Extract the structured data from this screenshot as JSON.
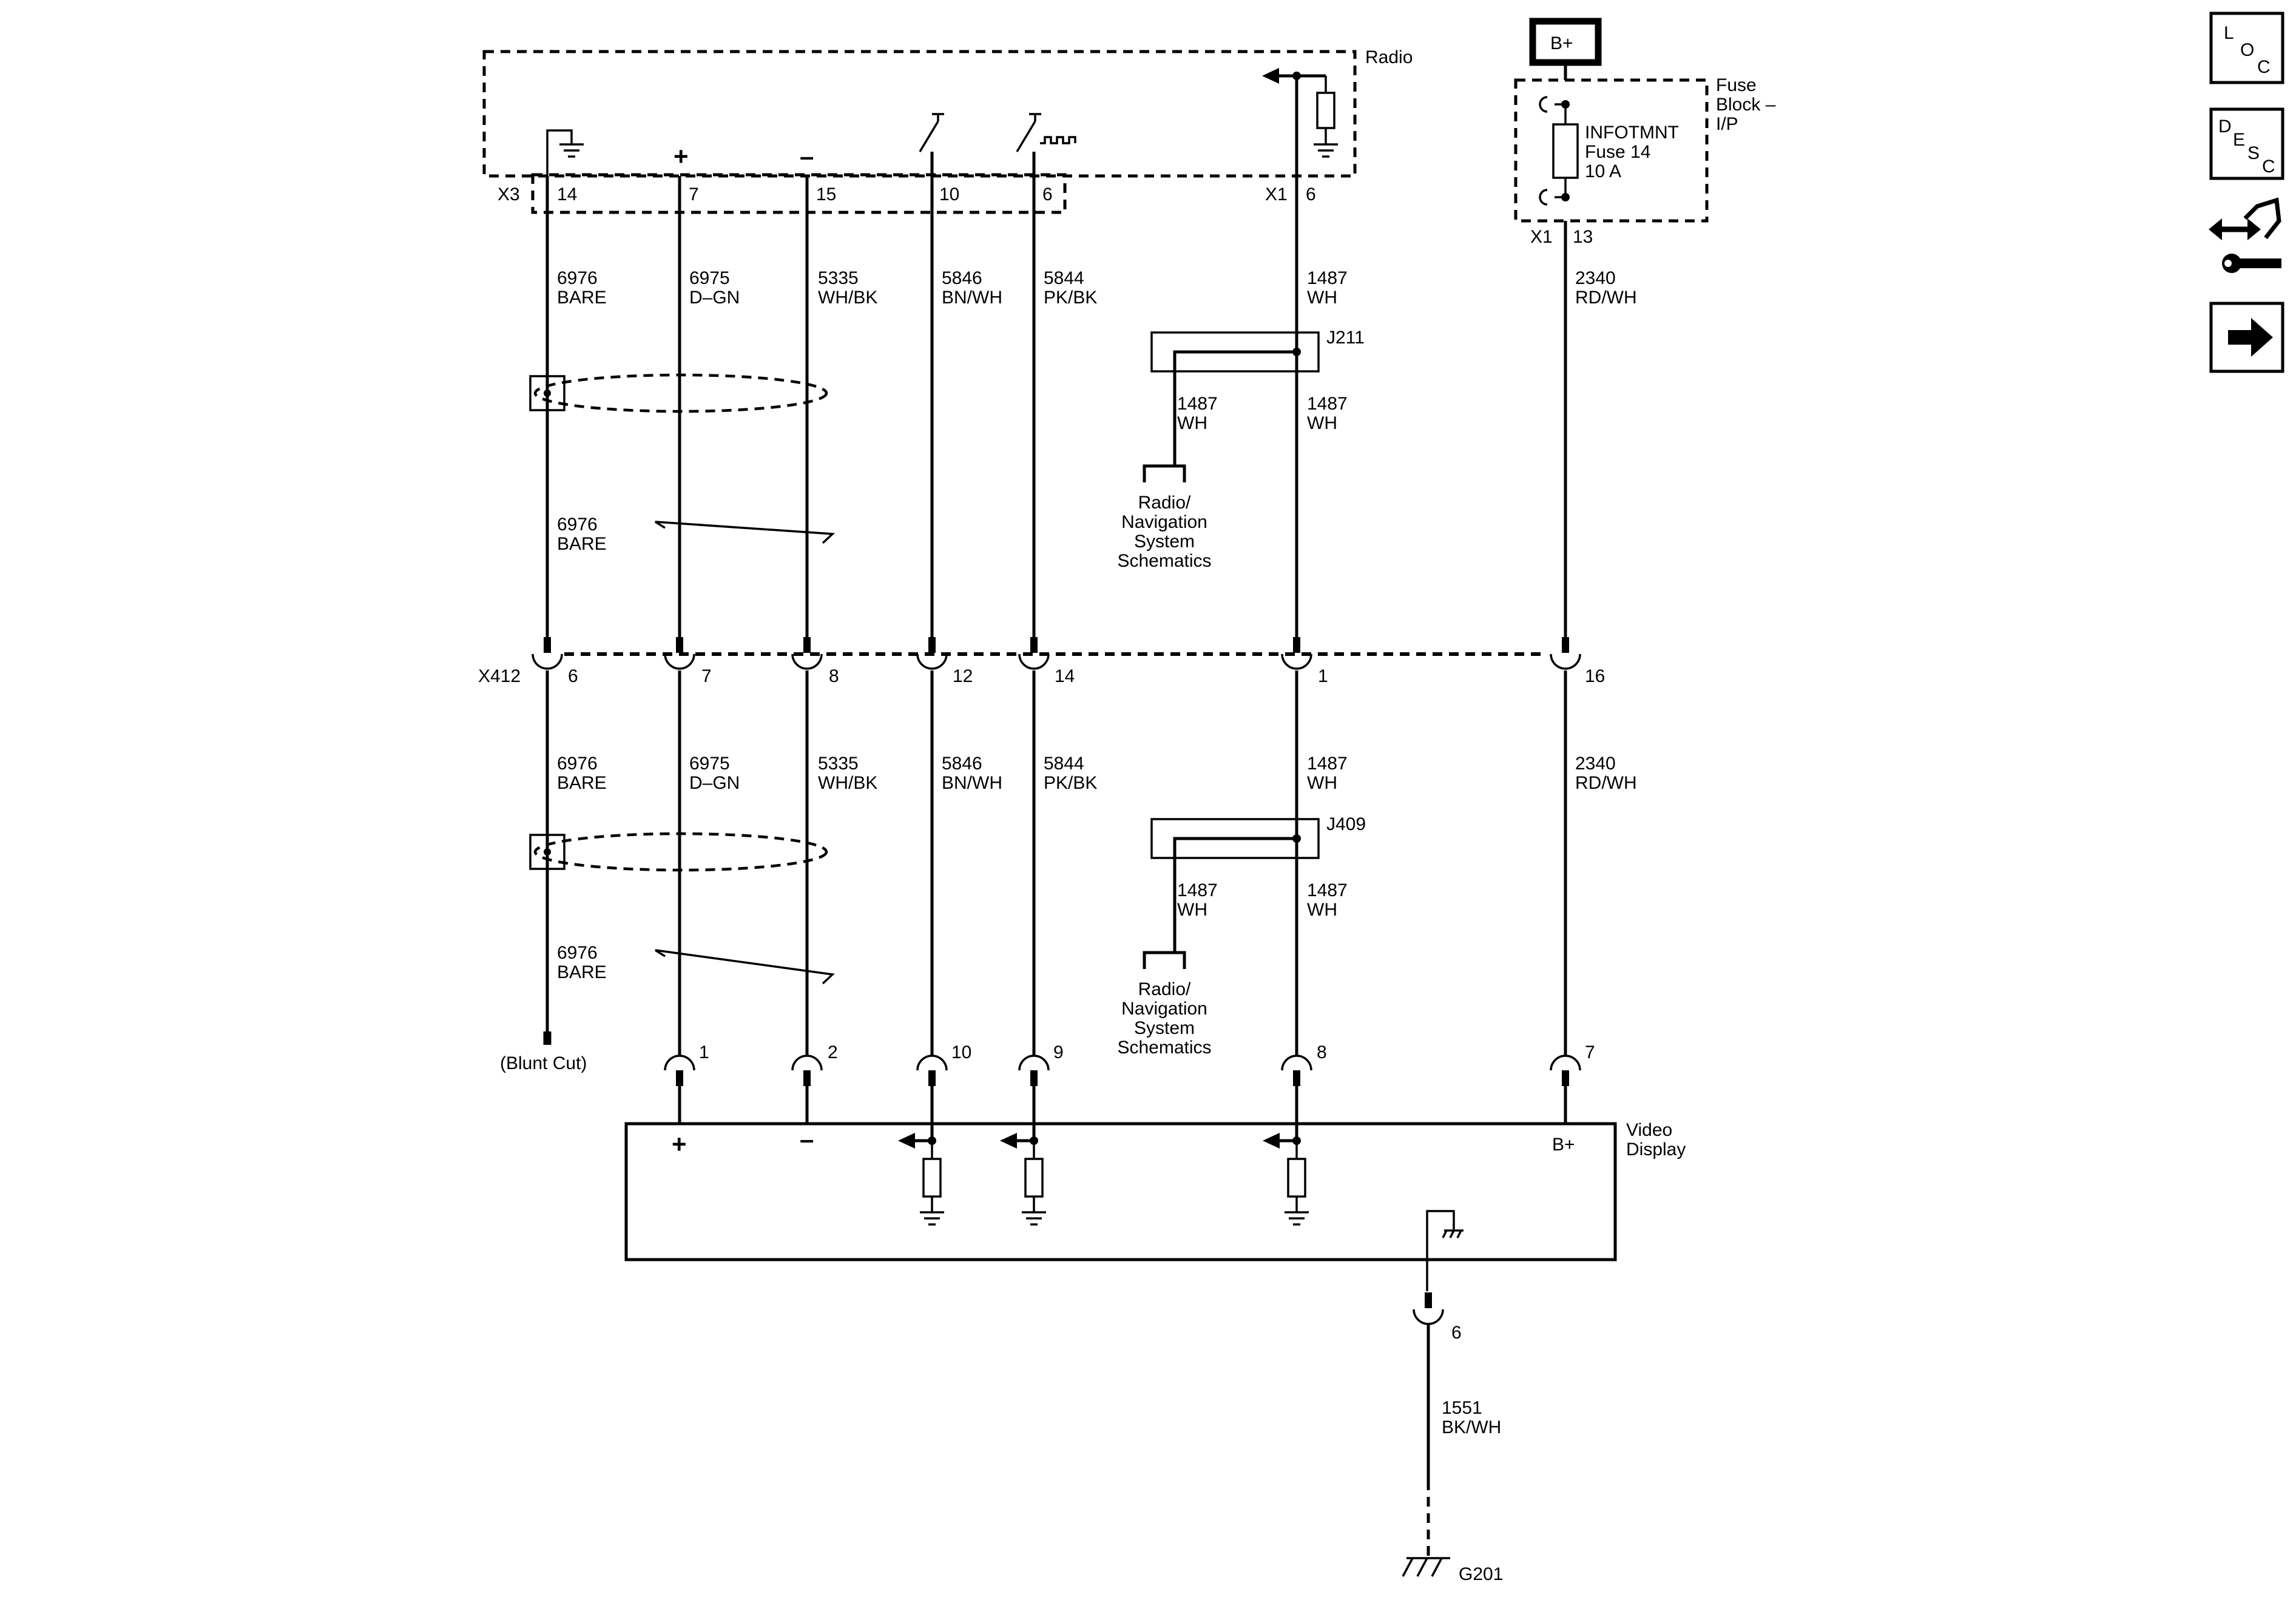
{
  "components": {
    "radio": "Radio",
    "fuse_block": [
      "Fuse",
      "Block –",
      "I/P"
    ],
    "fuse": [
      "INFOTMNT",
      "Fuse 14",
      "10 A"
    ],
    "battery": "B+",
    "video_display": [
      "Video",
      "Display"
    ],
    "blunt_cut": "(Blunt Cut)",
    "ground": "G201"
  },
  "connectors": {
    "x3": {
      "name": "X3",
      "pins": [
        "14",
        "7",
        "15",
        "10",
        "6"
      ]
    },
    "radio_x1": {
      "name": "X1",
      "pin": "6"
    },
    "fuse_x1": {
      "name": "X1",
      "pin": "13"
    },
    "x412": {
      "name": "X412",
      "pins": [
        "6",
        "7",
        "8",
        "12",
        "14",
        "1",
        "16"
      ]
    },
    "video": {
      "pins": [
        "1",
        "2",
        "10",
        "9",
        "8",
        "7",
        "6"
      ],
      "b_plus": "B+"
    }
  },
  "wires_upper": [
    {
      "circuit": "6976",
      "color": "BARE"
    },
    {
      "circuit": "6975",
      "color": "D–GN"
    },
    {
      "circuit": "5335",
      "color": "WH/BK"
    },
    {
      "circuit": "5846",
      "color": "BN/WH"
    },
    {
      "circuit": "5844",
      "color": "PK/BK"
    },
    {
      "circuit": "1487",
      "color": "WH"
    },
    {
      "circuit": "2340",
      "color": "RD/WH"
    }
  ],
  "wires_lower": [
    {
      "circuit": "6976",
      "color": "BARE"
    },
    {
      "circuit": "6975",
      "color": "D–GN"
    },
    {
      "circuit": "5335",
      "color": "WH/BK"
    },
    {
      "circuit": "5846",
      "color": "BN/WH"
    },
    {
      "circuit": "5844",
      "color": "PK/BK"
    },
    {
      "circuit": "1487",
      "color": "WH"
    },
    {
      "circuit": "2340",
      "color": "RD/WH"
    }
  ],
  "drain_labels": [
    {
      "circuit": "6976",
      "color": "BARE"
    },
    {
      "circuit": "6976",
      "color": "BARE"
    }
  ],
  "splices": [
    {
      "name": "J211",
      "branch": {
        "circuit": "1487",
        "color": "WH"
      },
      "main": {
        "circuit": "1487",
        "color": "WH"
      },
      "ref": [
        "Radio/",
        "Navigation",
        "System",
        "Schematics"
      ]
    },
    {
      "name": "J409",
      "branch": {
        "circuit": "1487",
        "color": "WH"
      },
      "main": {
        "circuit": "1487",
        "color": "WH"
      },
      "ref": [
        "Radio/",
        "Navigation",
        "System",
        "Schematics"
      ]
    }
  ],
  "ground_wire": {
    "circuit": "1551",
    "color": "BK/WH"
  },
  "polarity": {
    "plus": "+",
    "minus": "–"
  },
  "nav_icons": [
    {
      "name": "loc",
      "letters": [
        "L",
        "O",
        "C"
      ]
    },
    {
      "name": "desc",
      "letters": [
        "D",
        "E",
        "S",
        "C"
      ]
    },
    {
      "name": "connector-end-view",
      "letters": []
    },
    {
      "name": "next-page",
      "letters": []
    }
  ]
}
